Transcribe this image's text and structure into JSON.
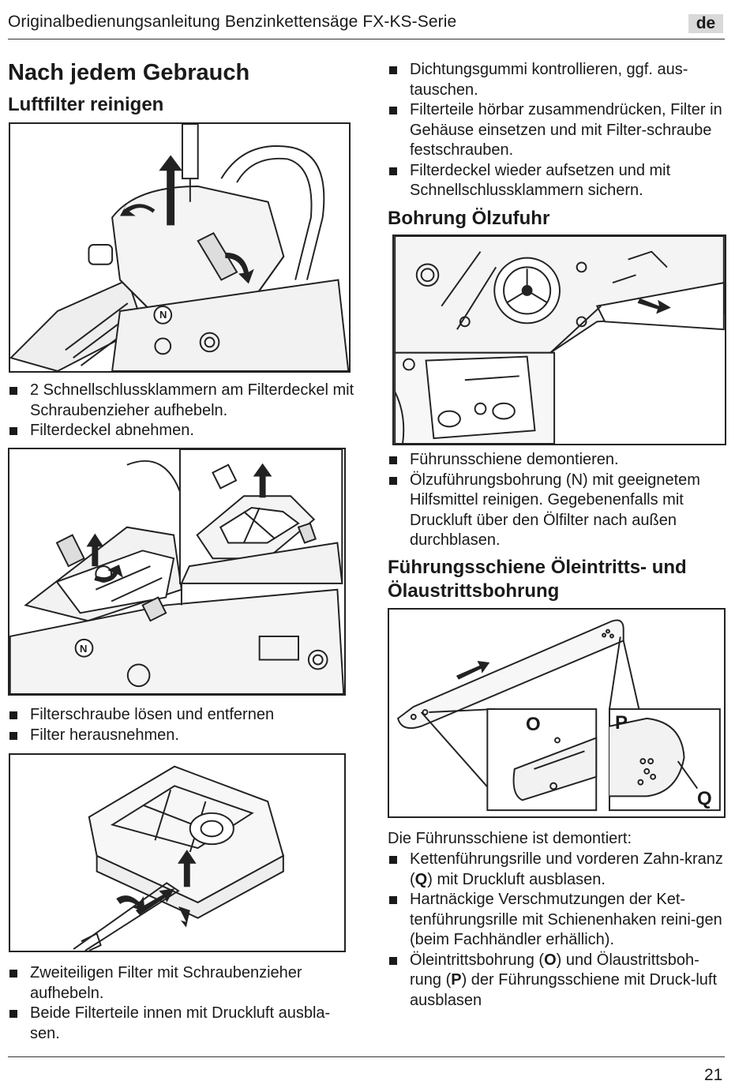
{
  "header": {
    "title": "Originalbedienungsanleitung Benzinkettensäge FX-KS-Serie",
    "lang": "de"
  },
  "left": {
    "heading1": "Nach jedem Gebrauch",
    "heading2": "Luftfilter reinigen",
    "list1": [
      "2 Schnellschlussklammern am Filterdeckel mit Schraubenzieher aufhebeln.",
      "Filterdeckel abnehmen."
    ],
    "list2": [
      "Filterschraube lösen und entfernen",
      "Filter herausnehmen."
    ],
    "list3": [
      "Zweiteiligen Filter mit Schraubenzieher aufhebeln.",
      "Beide Filterteile innen mit Druckluft ausbla-sen."
    ],
    "fig1_label": "N",
    "fig2_label": "N"
  },
  "right": {
    "list0": [
      "Dichtungsgummi kontrollieren, ggf. aus-tauschen.",
      "Filterteile hörbar zusammendrücken, Filter in Gehäuse einsetzen und mit Filter-schraube festschrauben.",
      "Filterdeckel wieder aufsetzen und mit Schnellschlussklammern sichern."
    ],
    "heading_oil": "Bohrung Ölzufuhr",
    "list_oil": [
      "Führunsschiene demontieren.",
      "Ölzuführungsbohrung (N) mit geeignetem Hilfsmittel reinigen. Gegebenenfalls mit Druckluft über den Ölfilter nach außen durchblasen."
    ],
    "heading_bar": "Führungsschiene Öleintritts- und Ölaustrittsbohrung",
    "fig_labels": {
      "o": "O",
      "p": "P",
      "q": "Q"
    },
    "intro": "Die Führunsschiene ist demontiert:",
    "list_bar": [
      {
        "pre": "Kettenführungsrille und vorderen Zahn-kranz (",
        "bold": "Q",
        "post": ") mit Druckluft ausblasen."
      },
      {
        "pre": "Hartnäckige Verschmutzungen der Ket-tenführungsrille mit Schienenhaken reini-gen (beim Fachhändler erhällich).",
        "bold": "",
        "post": ""
      },
      {
        "pre": "Öleintrittsbohrung (",
        "bold": "O",
        "post": ") und Ölaustrittsboh-rung (",
        "bold2": "P",
        "post2": ") der Führungsschiene mit Druck-luft ausblasen"
      }
    ]
  },
  "footer": {
    "page": "21"
  }
}
